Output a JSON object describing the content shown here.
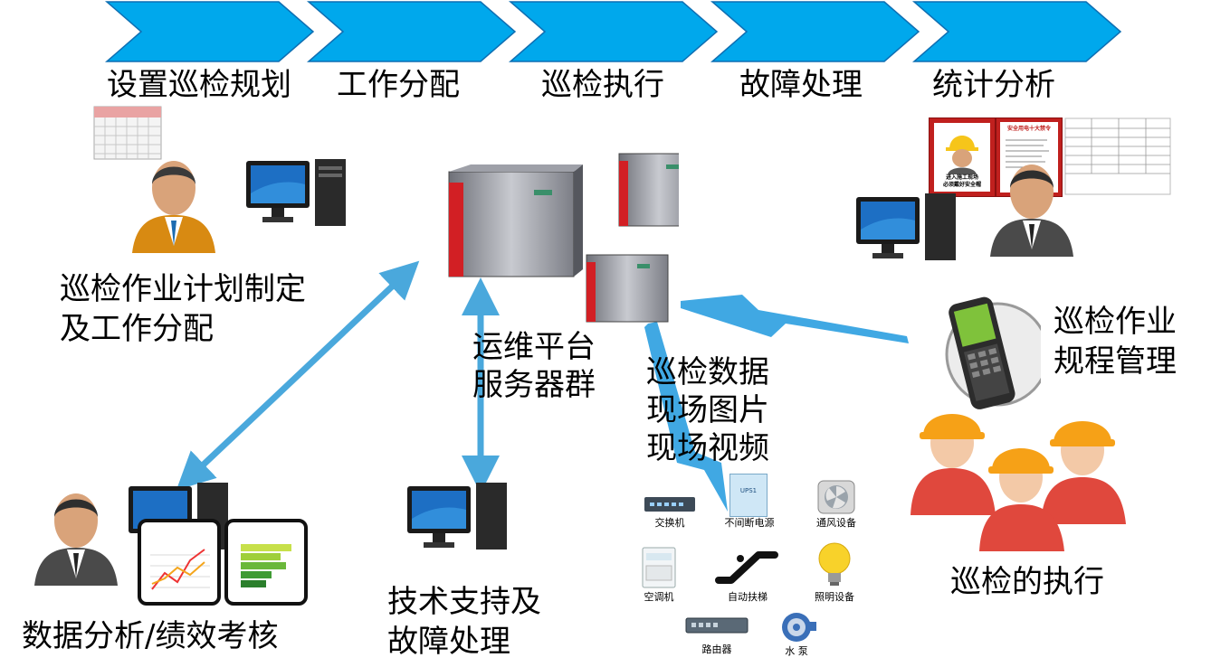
{
  "colors": {
    "chevron_fill": "#00a8ec",
    "chevron_stroke": "#0e6fb3",
    "arrow_blue": "#4aa8dc",
    "lightning_blue": "#2b9fe0",
    "server_red": "#d21f24",
    "server_gray": "#8c8f98",
    "helmet_orange": "#f6a117"
  },
  "process_stages": [
    {
      "label": "设置巡检规划"
    },
    {
      "label": "工作分配"
    },
    {
      "label": "巡检执行"
    },
    {
      "label": "故障处理"
    },
    {
      "label": "统计分析"
    }
  ],
  "nodes": {
    "plan": {
      "lines": [
        "巡检作业计划制定",
        "及工作分配"
      ],
      "icons": [
        "calendar-icon",
        "manager-avatar-icon",
        "desktop-computer-icon"
      ]
    },
    "server": {
      "lines": [
        "运维平台",
        "服务器群"
      ],
      "icons": [
        "server-rack-icon"
      ]
    },
    "data": {
      "lines": [
        "巡检数据",
        "现场图片",
        "现场视频"
      ]
    },
    "regulation": {
      "lines": [
        "巡检作业",
        "规程管理"
      ],
      "icons": [
        "handheld-terminal-icon",
        "safety-poster-icon",
        "form-sheet-icon",
        "inspector-avatar-icon",
        "desktop-computer-icon"
      ]
    },
    "execution": {
      "lines": [
        "巡检的执行"
      ],
      "icons": [
        "worker-helmet-icon"
      ]
    },
    "support": {
      "lines": [
        "技术支持及",
        "故障处理"
      ],
      "icons": [
        "desktop-computer-icon"
      ]
    },
    "analysis": {
      "lines": [
        "数据分析/绩效考核"
      ],
      "icons": [
        "analyst-avatar-icon",
        "line-chart-icon",
        "bar-chart-icon",
        "desktop-computer-icon"
      ]
    }
  },
  "equipment": [
    {
      "label": "交换机",
      "icon": "network-switch-icon"
    },
    {
      "label": "不间断电源",
      "icon": "ups-icon"
    },
    {
      "label": "通风设备",
      "icon": "ventilation-fan-icon"
    },
    {
      "label": "空调机",
      "icon": "air-conditioner-icon"
    },
    {
      "label": "自动扶梯",
      "icon": "escalator-icon"
    },
    {
      "label": "照明设备",
      "icon": "light-bulb-icon"
    },
    {
      "label": "路由器",
      "icon": "router-icon"
    },
    {
      "label": "水 泵",
      "icon": "water-pump-icon"
    }
  ],
  "poster": {
    "title": "安全用电十大禁令",
    "caption_1": "进入施工现场",
    "caption_2": "必须戴好安全帽"
  },
  "ups_tag": "UPS1"
}
